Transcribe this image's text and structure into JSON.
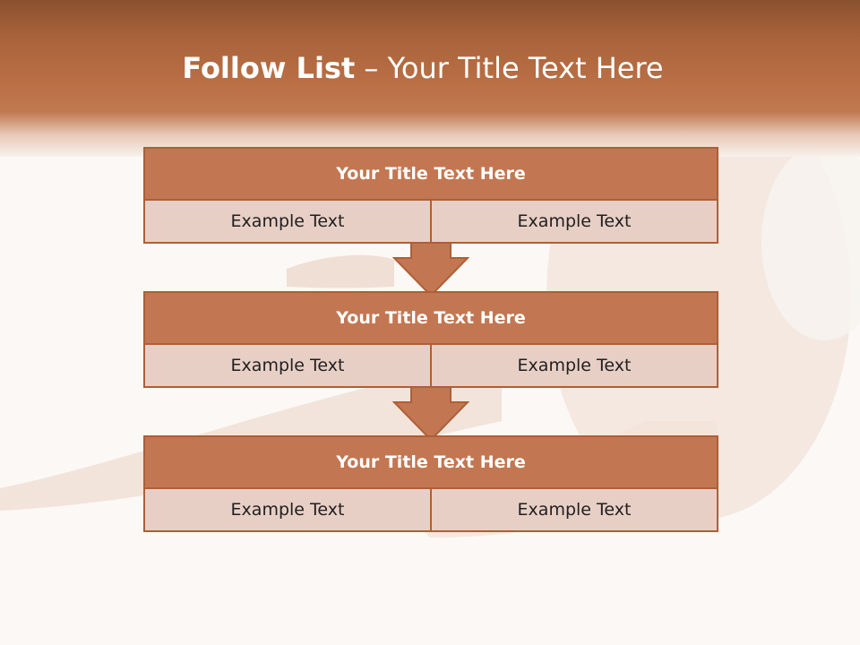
{
  "slide": {
    "title_bold": "Follow List",
    "title_rest": " – Your Title Text Here"
  },
  "steps": [
    {
      "title": "Your Title Text Here",
      "left": "Example Text",
      "right": "Example Text"
    },
    {
      "title": "Your Title Text Here",
      "left": "Example Text",
      "right": "Example Text"
    },
    {
      "title": "Your Title Text Here",
      "left": "Example Text",
      "right": "Example Text"
    }
  ],
  "colors": {
    "header_brown": "#a8623a",
    "block_title": "#c27752",
    "block_border": "#ad5f37",
    "cell_fill": "#e8cfc6",
    "arrow_fill": "#c27752"
  },
  "icons": {
    "connector": "down-arrow-icon"
  }
}
